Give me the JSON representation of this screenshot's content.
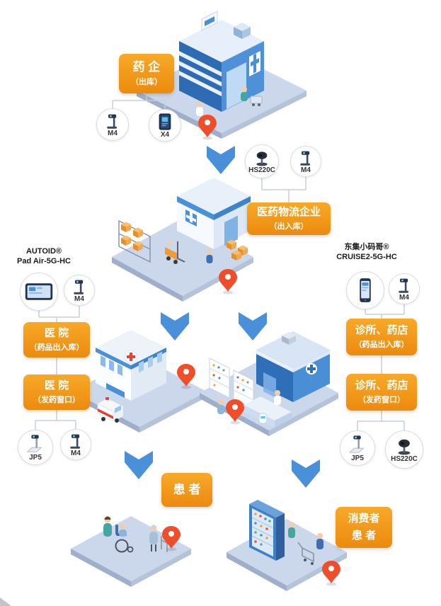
{
  "nodes": {
    "pharma": {
      "title": "药 企",
      "subtitle": "（出库）"
    },
    "logistics": {
      "title": "医药物流企业",
      "subtitle": "（出入库）"
    },
    "hospital_stock": {
      "title": "医 院",
      "subtitle": "（药品出入库）"
    },
    "hospital_dispense": {
      "title": "医 院",
      "subtitle": "（发药窗口）"
    },
    "clinic_stock": {
      "title": "诊所、药店",
      "subtitle": "（药品出入库）"
    },
    "clinic_dispense": {
      "title": "诊所、药店",
      "subtitle": "（发药窗口）"
    },
    "patient": {
      "title": "患 者"
    },
    "consumer": {
      "title": "消费者",
      "subtitle": "患 者"
    }
  },
  "device_groups": {
    "pharma": {
      "items": [
        {
          "label": "M4",
          "icon": "m4-stand-scanner"
        },
        {
          "label": "X4",
          "icon": "x4-industrial-terminal"
        }
      ]
    },
    "logistics": {
      "items": [
        {
          "label": "HS220C",
          "icon": "hs220c-desktop-scanner"
        },
        {
          "label": "M4",
          "icon": "m4-stand-scanner"
        }
      ]
    },
    "hospital_top": {
      "title1": "AUTOID®",
      "title2": "Pad Air-5G-HC",
      "items": [
        {
          "label": "",
          "icon": "pad-air-tablet"
        },
        {
          "label": "M4",
          "icon": "m4-stand-scanner"
        }
      ]
    },
    "clinic_top": {
      "title1": "东集小码哥®",
      "title2": "CRUISE2-5G-HC",
      "items": [
        {
          "label": "",
          "icon": "cruise2-handheld"
        },
        {
          "label": "M4",
          "icon": "m4-stand-scanner"
        }
      ]
    },
    "hospital_bottom": {
      "items": [
        {
          "label": "JP5",
          "icon": "jp5-stand-scanner"
        },
        {
          "label": "M4",
          "icon": "m4-stand-scanner"
        }
      ]
    },
    "clinic_bottom": {
      "items": [
        {
          "label": "JP5",
          "icon": "jp5-stand-scanner"
        },
        {
          "label": "HS220C",
          "icon": "hs220c-desktop-scanner"
        }
      ]
    }
  },
  "colors": {
    "accent_orange": "#f09a1d",
    "arrow_blue": "#4a90d9",
    "pin_red": "#ee4f2a",
    "platform_blue": "#cbd7ea"
  }
}
